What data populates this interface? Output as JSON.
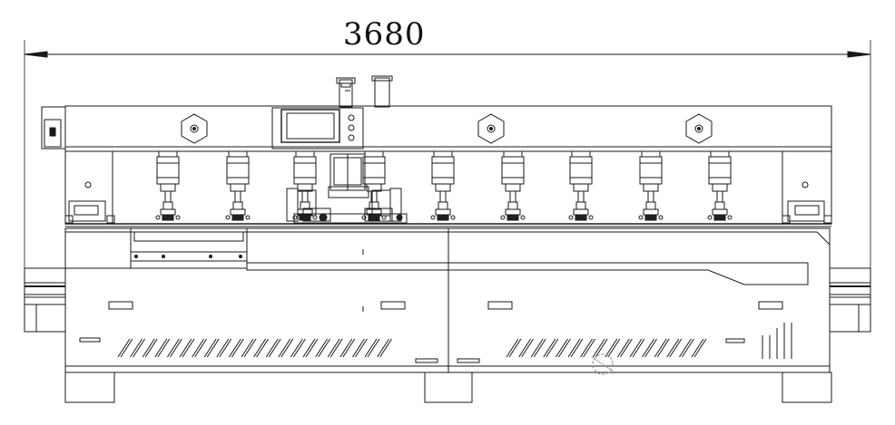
{
  "dimension": {
    "overall_width_label": "3680"
  },
  "colors": {
    "line": "#1a1a1a",
    "fill": "#ffffff",
    "light": "#888888",
    "fill_dark": "#222222"
  },
  "machine": {
    "tool_station_count": 9,
    "hex_nut_count": 3
  }
}
